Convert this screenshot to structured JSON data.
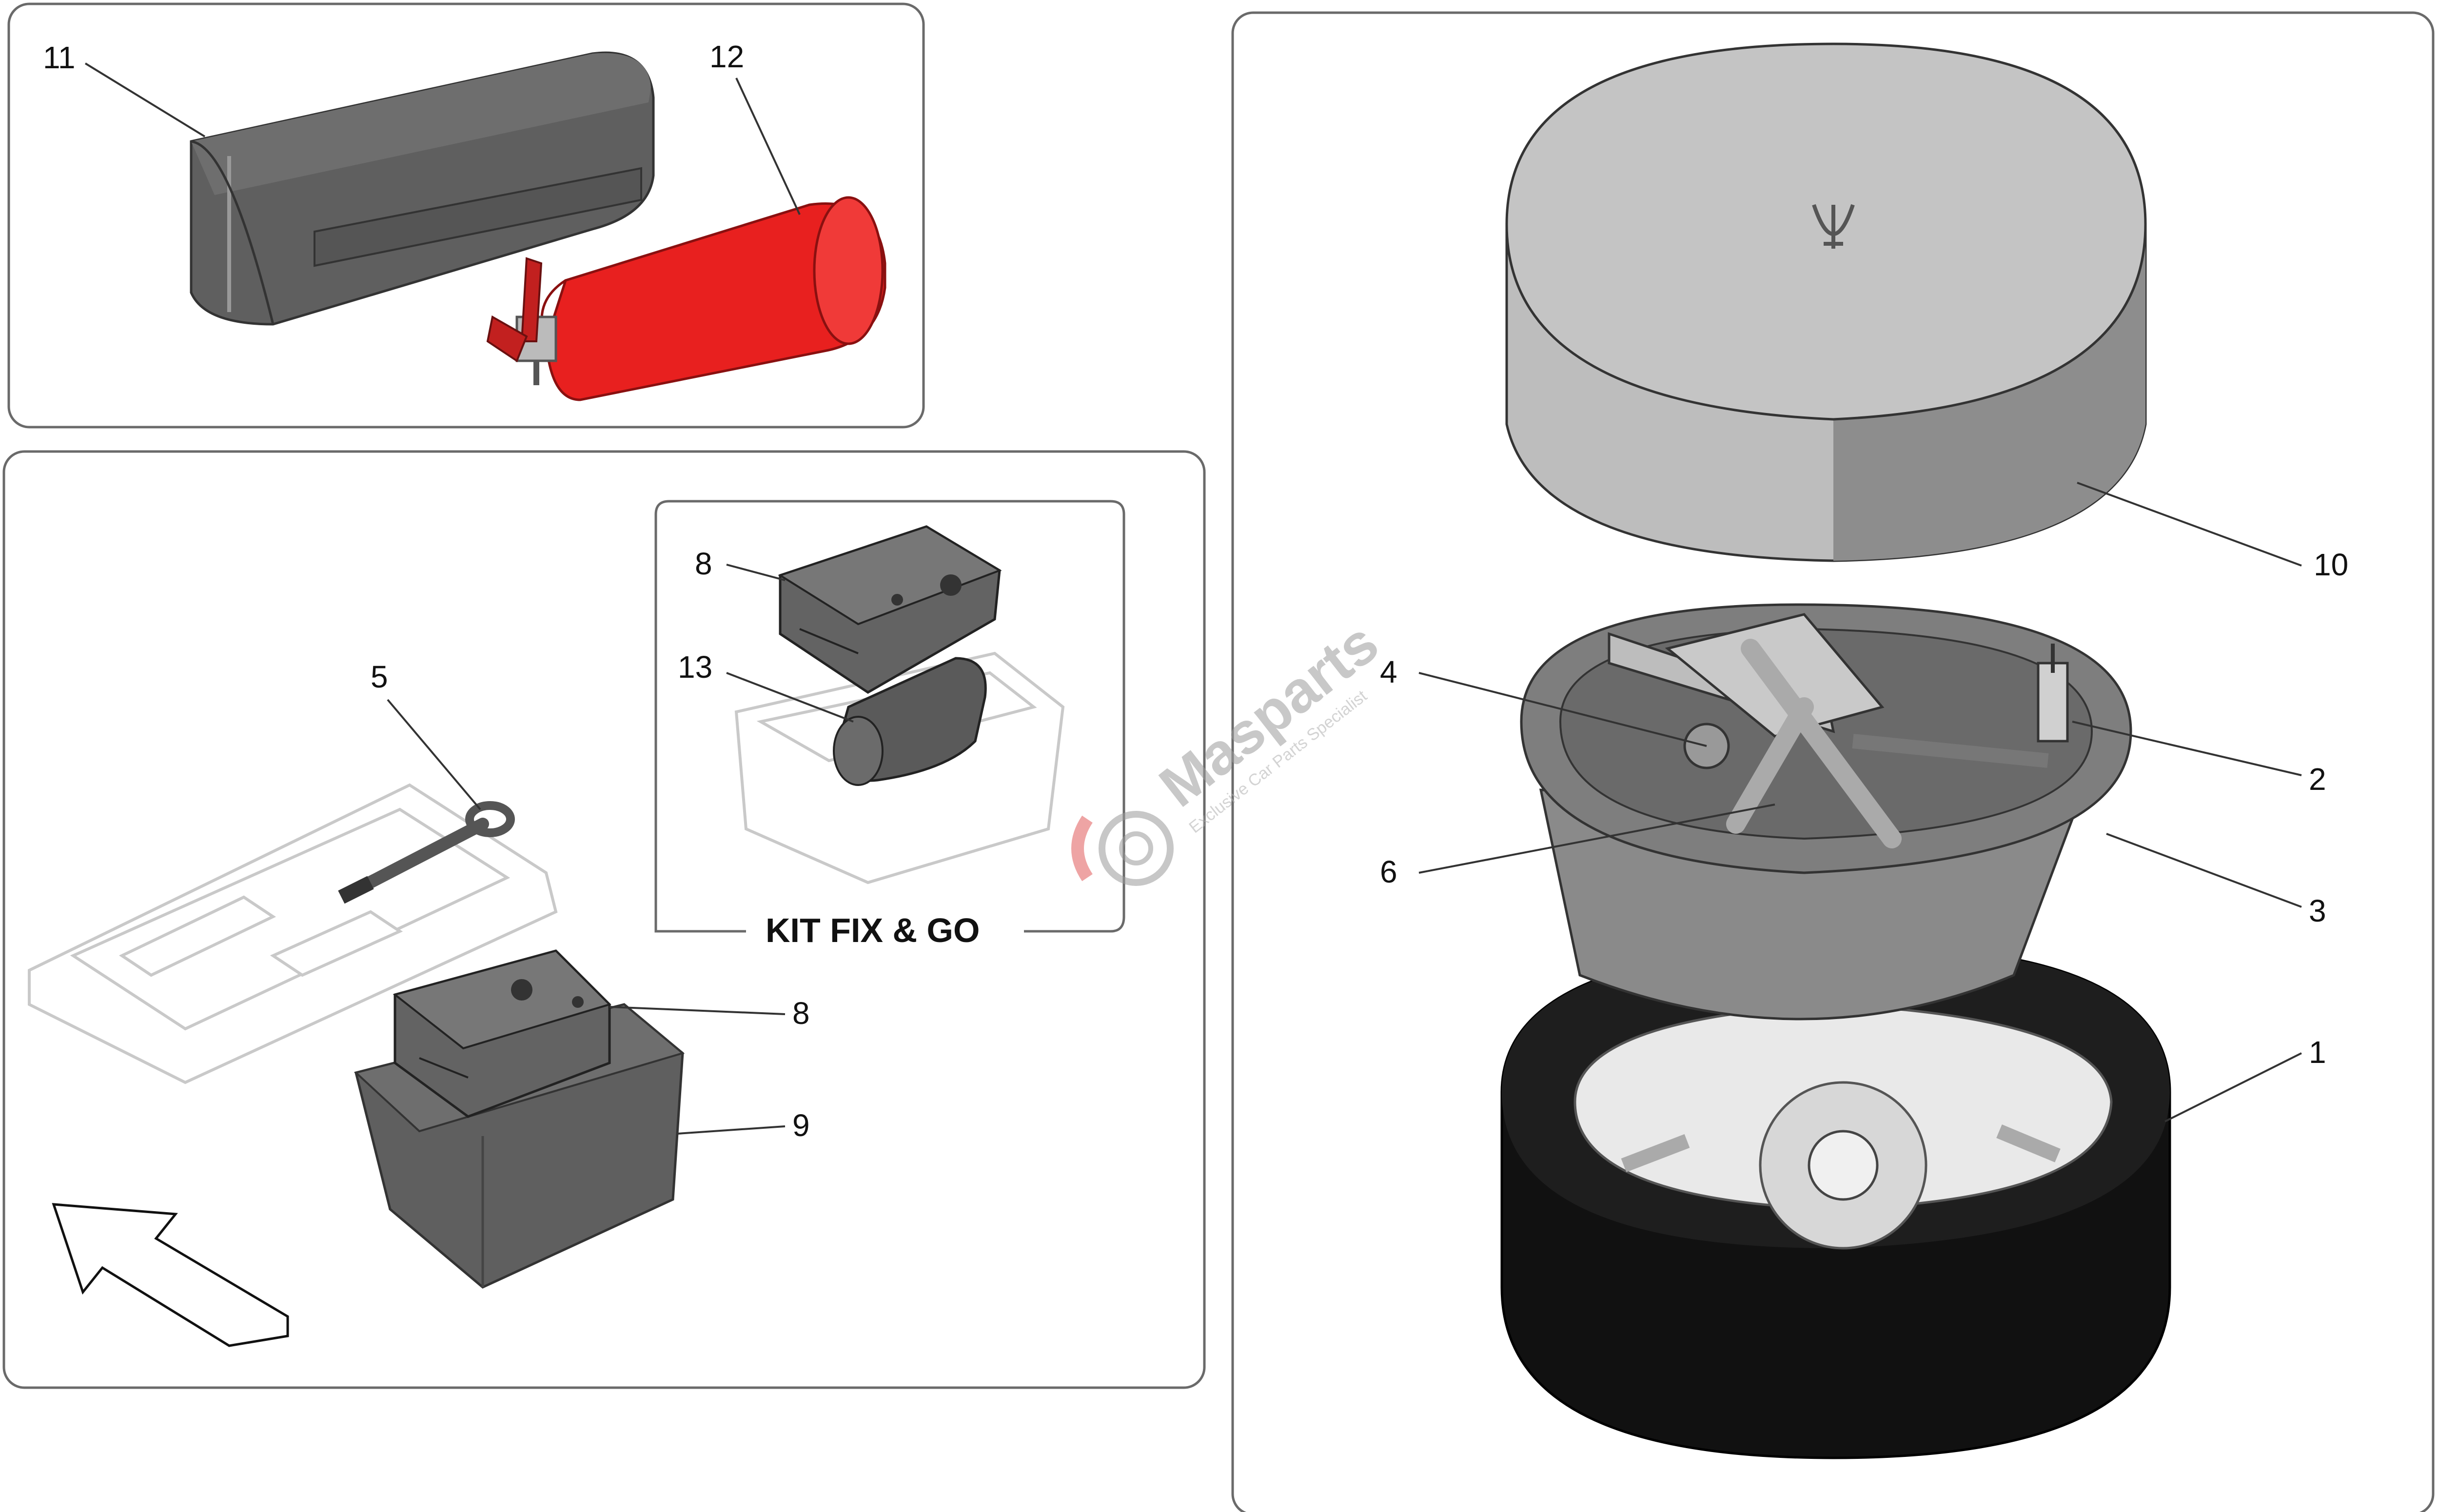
{
  "diagram": {
    "panels": {
      "top_left": {
        "callouts": {
          "bag": "11",
          "extinguisher": "12"
        }
      },
      "bottom_left": {
        "callouts": {
          "tow_eye": "5",
          "compressor": "8",
          "foam_box": "9"
        },
        "inset": {
          "title": "KIT FIX & GO",
          "callouts": {
            "compressor": "8",
            "sealant": "13"
          }
        }
      },
      "right": {
        "callouts": {
          "cover": "10",
          "jack": "4",
          "valve": "2",
          "wrench": "6",
          "rim": "3",
          "tire": "1"
        },
        "logo_icon": "trident-logo-icon"
      }
    },
    "watermark": {
      "brand": "Masparts",
      "tagline": "Exclusive Car Parts Specialist"
    },
    "colors": {
      "extinguisher_red": "#e8201f",
      "part_dark": "#5f5f5f",
      "part_mid": "#8a8a8a",
      "cover_light": "#bdbdbd",
      "tire_black": "#111111",
      "watermark_red": "#e05a5a"
    }
  }
}
